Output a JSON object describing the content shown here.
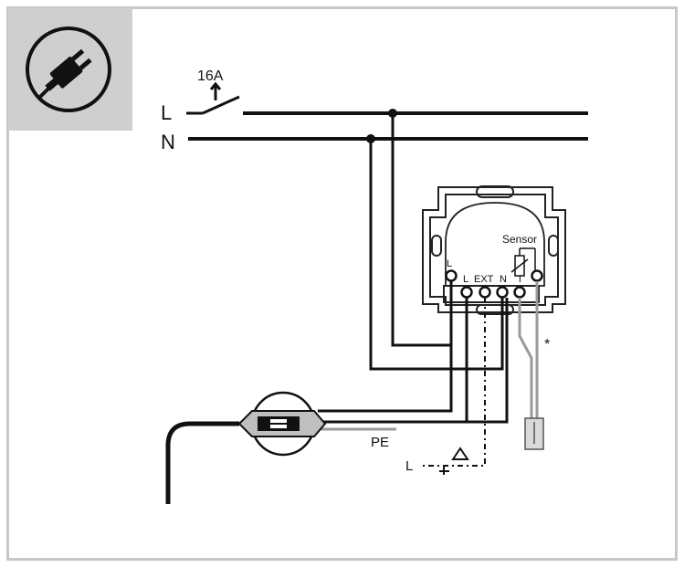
{
  "labels": {
    "breaker": "16A",
    "line_L": "L",
    "line_N": "N",
    "sensor": "Sensor",
    "term_L_upper": "L",
    "term_L": "L",
    "term_EXT": "EXT",
    "term_N": "N",
    "term_T": "T",
    "pe": "PE",
    "ext_L": "L",
    "asterisk": "*"
  },
  "icons": {
    "top_left": "plug-icon",
    "breaker": "circuit-breaker-icon",
    "cable_clamp": "cable-connector-icon",
    "floor_sensor": "floor-sensor-probe-icon",
    "ext_symbol": "external-signal-triangle-icon"
  },
  "colors": {
    "wire": "#111111",
    "sensor_lead": "#9a9a9a",
    "frame": "#c8c8c8",
    "icon_panel": "#cfcfcf"
  }
}
